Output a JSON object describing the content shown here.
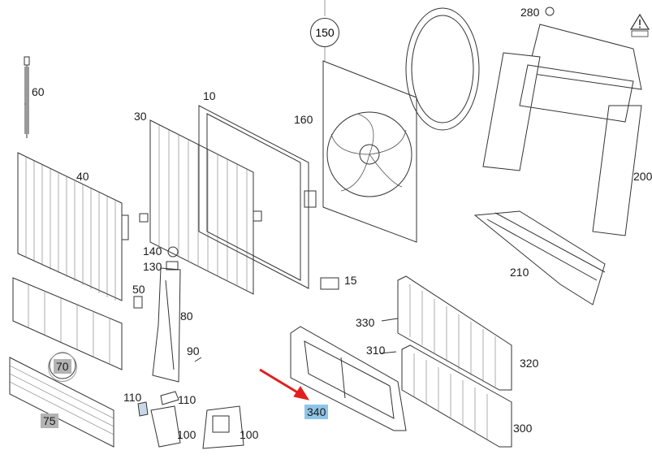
{
  "diagram": {
    "callouts": {
      "p10": "10",
      "p15": "15",
      "p30": "30",
      "p40": "40",
      "p50": "50",
      "p60": "60",
      "p70": "70",
      "p75": "75",
      "p80": "80",
      "p90": "90",
      "p100a": "100",
      "p100b": "100",
      "p110a": "110",
      "p110b": "110",
      "p130": "130",
      "p140": "140",
      "p150": "150",
      "p160": "160",
      "p200": "200",
      "p210": "210",
      "p280": "280",
      "p300": "300",
      "p310": "310",
      "p320": "320",
      "p330": "330",
      "p340": "340"
    },
    "highlight_color": "#8ec5e8",
    "gray_tag_color": "#b3b3b3",
    "arrow_color": "#e02020",
    "icons": [
      "warning-icon"
    ]
  }
}
